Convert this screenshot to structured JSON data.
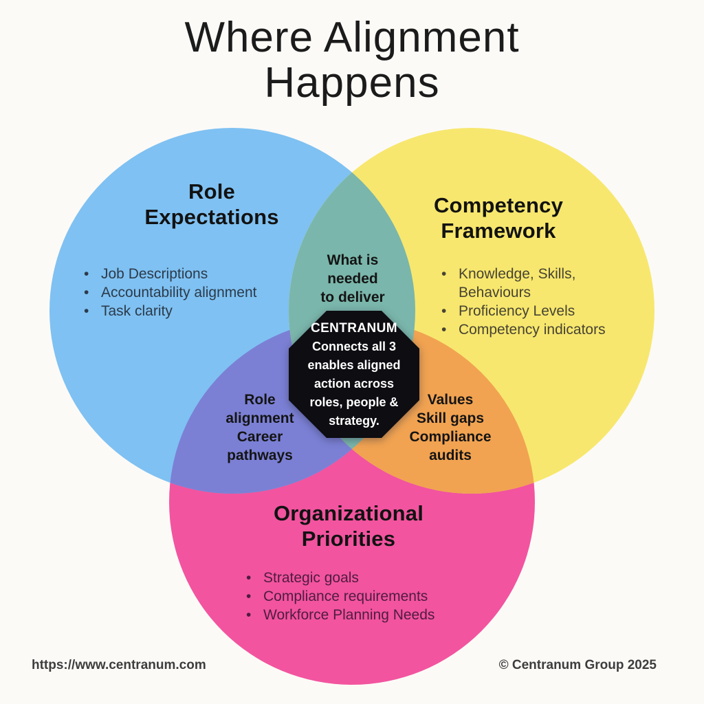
{
  "page": {
    "background": "#FCFAF7"
  },
  "title": {
    "line1": "Where Alignment",
    "line2": "Happens"
  },
  "venn": {
    "circles": [
      {
        "id": "role-expectations",
        "label": "Role\nExpectations",
        "color": "#7FC1F2",
        "bullets": [
          "Job Descriptions",
          "Accountability alignment",
          "Task clarity"
        ]
      },
      {
        "id": "competency-framework",
        "label": "Competency\nFramework",
        "color": "#F7E76E",
        "bullets": [
          "Knowledge, Skills, Behaviours",
          "Proficiency Levels",
          "Competency indicators"
        ]
      },
      {
        "id": "organizational-priorities",
        "label": "Organizational\nPriorities",
        "color": "#F2549F",
        "bullets": [
          "Strategic goals",
          "Compliance requirements",
          "Workforce Planning Needs"
        ]
      }
    ],
    "intersections": [
      {
        "id": "role-competency",
        "label": "What is\nneeded\nto deliver",
        "color": "#7AB6AB"
      },
      {
        "id": "role-organizational",
        "label": "Role\nalignment\nCareer\npathways",
        "color": "#7B80D5"
      },
      {
        "id": "competency-organizational",
        "label": "Values\nSkill gaps\nCompliance\naudits",
        "color": "#F1A351"
      }
    ],
    "center": {
      "title": "CENTRANUM",
      "body": "Connects all 3\nenables aligned\naction across\nroles, people &\nstrategy.",
      "bg": "#0D0D12",
      "text_color": "#FFFFFF"
    }
  },
  "footer": {
    "left": "https://www.centranum.com",
    "right": "© Centranum Group 2025"
  }
}
